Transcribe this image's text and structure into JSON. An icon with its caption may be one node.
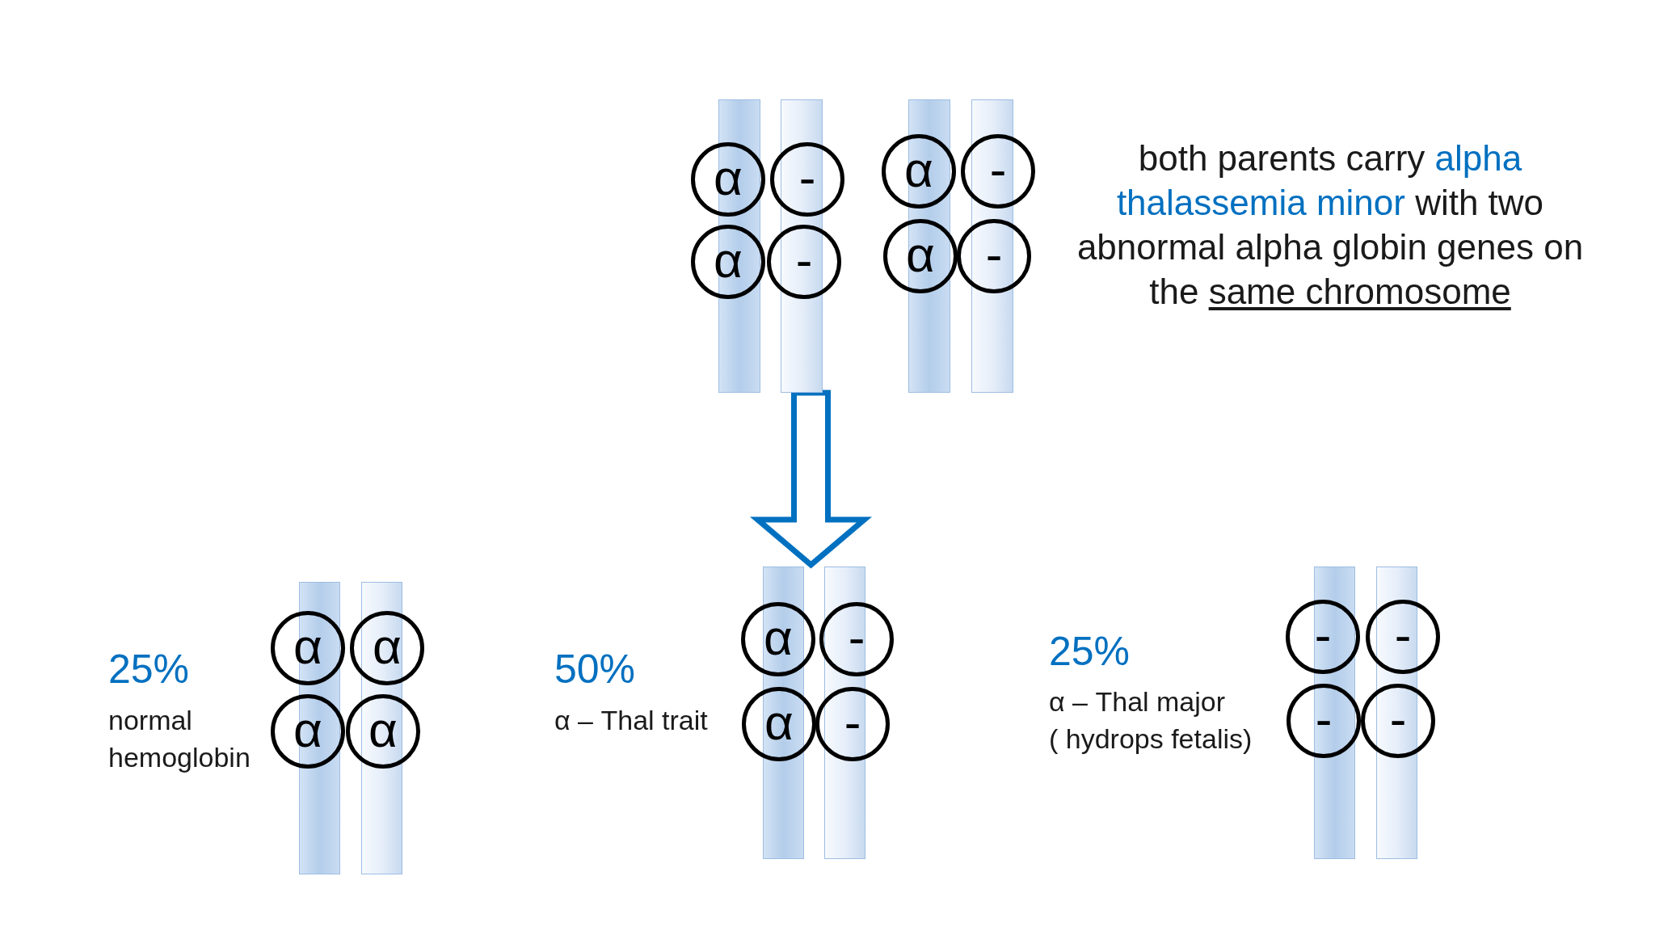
{
  "diagram": {
    "nodes": [
      {
        "text": [],
        "shape": "bar"
      },
      {
        "text": [],
        "shape": "bar"
      },
      {
        "text": [
          "α"
        ]
      },
      {
        "text": [
          "-"
        ]
      },
      {
        "text": [
          "α"
        ]
      },
      {
        "text": [
          "-"
        ]
      },
      {
        "text": [],
        "shape": "bar"
      },
      {
        "text": [],
        "shape": "bar"
      },
      {
        "text": [
          "α"
        ]
      },
      {
        "text": [
          "-"
        ]
      },
      {
        "text": [
          "α"
        ]
      },
      {
        "text": [
          "-"
        ]
      },
      {
        "text": [],
        "shape": "bar"
      },
      {
        "text": [],
        "shape": "bar"
      },
      {
        "text": [
          "α"
        ]
      },
      {
        "text": [
          "α"
        ]
      },
      {
        "text": [
          "α"
        ]
      },
      {
        "text": [
          "α"
        ]
      },
      {
        "text": [],
        "shape": "bar"
      },
      {
        "text": [],
        "shape": "bar"
      },
      {
        "text": [
          "α"
        ]
      },
      {
        "text": [
          "-"
        ]
      },
      {
        "text": [
          "α"
        ]
      },
      {
        "text": [
          "-"
        ]
      },
      {
        "text": [],
        "shape": "bar"
      },
      {
        "text": [],
        "shape": "bar"
      },
      {
        "text": [
          "-"
        ]
      },
      {
        "text": [
          "-"
        ]
      },
      {
        "text": [
          "-"
        ]
      },
      {
        "text": [
          "-"
        ]
      }
    ],
    "edges": [
      {
        "from": null,
        "to": 18,
        "arrow": "to",
        "style": "thick",
        "color": "#0070c0"
      }
    ],
    "labels": [
      "both parents carry **alpha thalassemia minor** with two abnormal alpha globin genes on the *same chromosome*",
      "25%",
      "normal hemoglobin",
      "50%",
      "α – Thal trait",
      "25%",
      "α – Thal major",
      "( hydrops fetalis)"
    ]
  }
}
